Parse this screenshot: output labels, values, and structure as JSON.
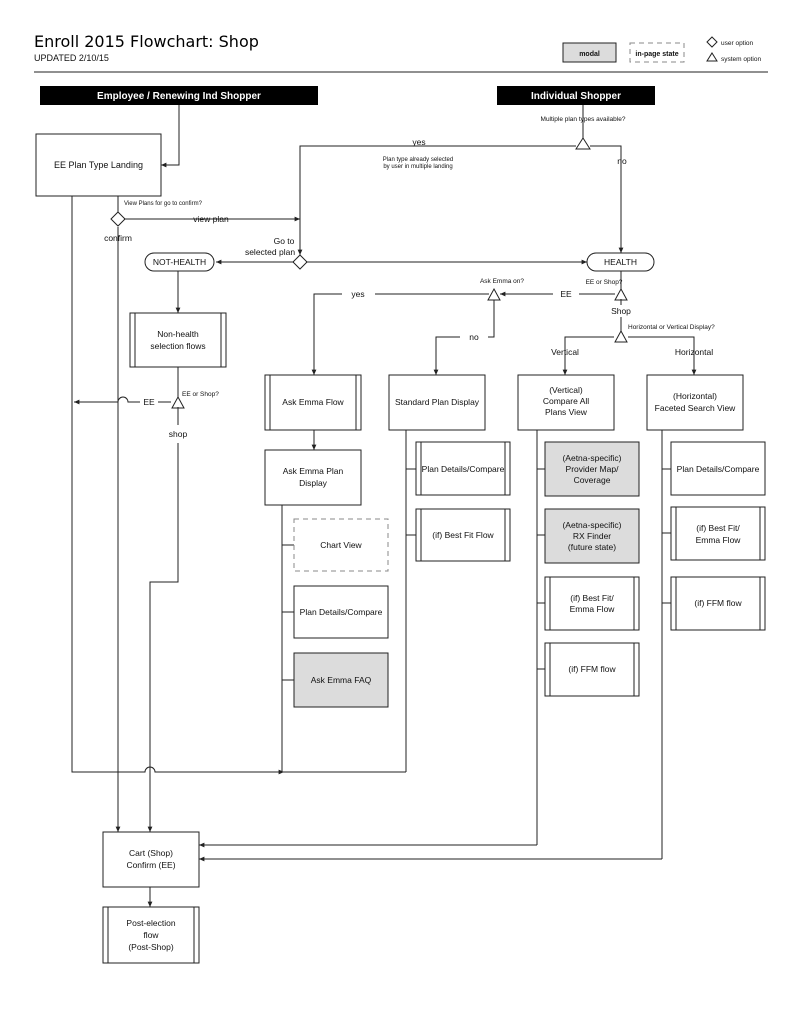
{
  "header": {
    "title": "Enroll 2015 Flowchart: Shop",
    "updated": "UPDATED 2/10/15"
  },
  "legend": {
    "modal": "modal",
    "in_page_state": "in-page state",
    "user_option": "user option",
    "system_option": "system option"
  },
  "banners": {
    "employee": "Employee / Renewing Ind Shopper",
    "individual": "Individual Shopper"
  },
  "nodes": {
    "ee_landing": "EE Plan Type Landing",
    "not_health": "NOT-HEALTH",
    "health": "HEALTH",
    "nonhealth_flows": [
      "Non-health",
      "selection flows"
    ],
    "ask_emma_flow": "Ask Emma Flow",
    "ask_emma_plan_display": [
      "Ask Emma Plan",
      "Display"
    ],
    "chart_view": "Chart View",
    "plan_details_emma": "Plan Details/Compare",
    "ask_emma_faq": "Ask Emma FAQ",
    "standard_plan_display": "Standard Plan Display",
    "plan_details_std": "Plan Details/Compare",
    "best_fit_flow_std": "(if) Best Fit Flow",
    "vertical_compare": [
      "(Vertical)",
      "Compare All",
      "Plans View"
    ],
    "provider_map": [
      "(Aetna-specific)",
      "Provider Map/",
      "Coverage"
    ],
    "rx_finder": [
      "(Aetna-specific)",
      "RX Finder",
      "(future state)"
    ],
    "best_fit_emma_v": [
      "(if) Best Fit/",
      "Emma Flow"
    ],
    "ffm_flow_v": "(if) FFM flow",
    "horizontal_faceted": [
      "(Horizontal)",
      "Faceted Search View"
    ],
    "plan_details_h": "Plan Details/Compare",
    "best_fit_emma_h": [
      "(if) Best Fit/",
      "Emma Flow"
    ],
    "ffm_flow_h": "(if) FFM flow",
    "cart": [
      "Cart (Shop)",
      "Confirm (EE)"
    ],
    "post_election": [
      "Post-election",
      "flow",
      "(Post-Shop)"
    ]
  },
  "labels": {
    "multiple_plan_types": "Multiple plan types available?",
    "yes_top": "yes",
    "no_top": "no",
    "plan_type_selected": [
      "Plan type already selected",
      "by user in multiple landing"
    ],
    "view_plans_question": "View Plans for go to confirm?",
    "view_plan": "view plan",
    "confirm": "confirm",
    "go_to_selected_plan": [
      "Go to",
      "selected plan"
    ],
    "ask_emma_on": "Ask Emma on?",
    "yes_emma": "yes",
    "ee_emma": "EE",
    "no_emma": "no",
    "ee_or_shop_right": "EE or Shop?",
    "shop_right": "Shop",
    "horiz_or_vert": "Horizontal or Vertical Display?",
    "vertical": "Vertical",
    "horizontal": "Horizontal",
    "ee_left": "EE",
    "ee_or_shop_left": "EE or Shop?",
    "shop_left": "shop"
  }
}
